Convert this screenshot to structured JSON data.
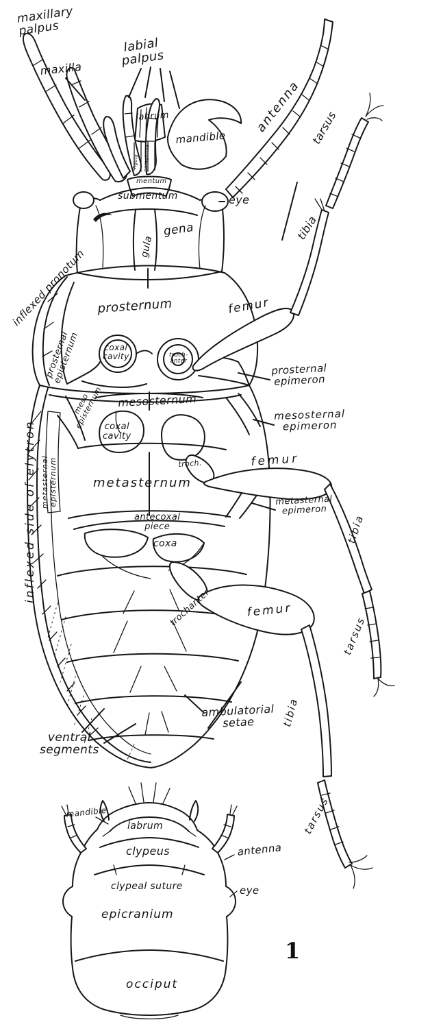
{
  "figure": {
    "number": "1"
  },
  "labels": {
    "maxillary_palpus": "maxillary\npalpus",
    "maxilla": "maxilla",
    "labial_palpus": "labial\npalpus",
    "labrum": "labrum",
    "mandible": "mandible",
    "antenna": "antenna",
    "tarsus_front": "tarsus",
    "eye": "eye",
    "tibia_front": "tibia",
    "ligula": "ligula",
    "paraglossa": "paraglossa",
    "mentum": "mentum",
    "submentum": "submentum",
    "gula": "gula",
    "gena": "gena",
    "inflexed_pronotum": "inflexed pronotum",
    "prosternum": "prosternum",
    "prosternal_episternum": "prosternal\nepisternum",
    "coxal_cavity_front": "coxal\ncavity",
    "trochanter_front": "troch-\nanter",
    "femur_front": "femur",
    "prosternal_epimeron": "prosternal\nepimeron",
    "meso_episternum": "meso\nepisternum",
    "mesosternum": "mesosternum",
    "coxal_cavity_mid": "coxal\ncavity",
    "mesosternal_epimeron": "mesosternal\nepimeron",
    "inflexed_side_of_elytron": "inflexed side of elytron",
    "metasternal_episternum": "metasternal\nepisternum",
    "troch_mid": "troch.",
    "femur_mid": "femur",
    "metasternum": "metasternum",
    "metasternal_epimeron": "metasternal\nepimeron",
    "antecoxal_piece": "antecoxal\npiece",
    "coxa": "coxa",
    "tibia_mid": "tibia",
    "trochanter_hind": "trochanter",
    "femur_hind": "femur",
    "tarsus_mid": "tarsus",
    "ambulatorial_setae": "ambulatorial\nsetae",
    "ventral_segments": "ventral\nsegments",
    "tibia_hind": "tibia",
    "tarsus_hind": "tarsus",
    "head_mandible": "mandible",
    "head_labrum": "labrum",
    "head_clypeus": "clypeus",
    "head_antenna": "antenna",
    "head_clypeal_suture": "clypeal suture",
    "head_eye": "eye",
    "head_epicranium": "epicranium",
    "head_occiput": "occiput"
  }
}
